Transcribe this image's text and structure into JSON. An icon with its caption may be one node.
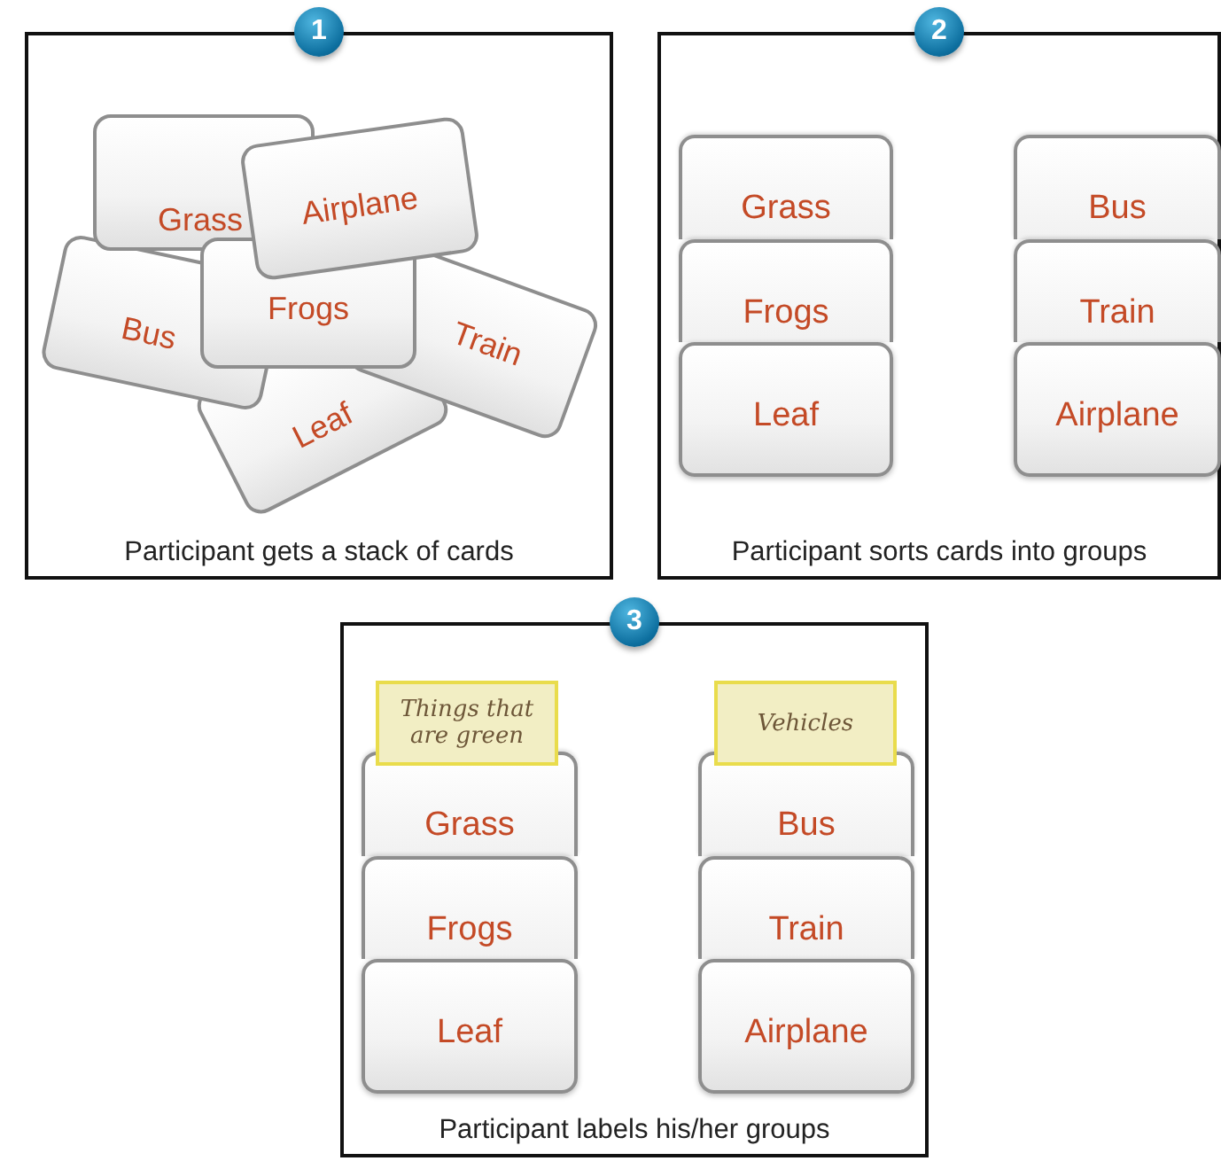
{
  "diagram": {
    "nodes": [
      {
        "text": [
          "1",
          "Participant gets a stack of cards"
        ]
      },
      {
        "text": [
          "Grass"
        ],
        "in": 0
      },
      {
        "text": [
          "Airplane"
        ],
        "in": 0
      },
      {
        "text": [
          "Bus"
        ],
        "in": 0
      },
      {
        "text": [
          "Frogs"
        ],
        "in": 0
      },
      {
        "text": [
          "Train"
        ],
        "in": 0
      },
      {
        "text": [
          "Leaf"
        ],
        "in": 0
      },
      {
        "text": [
          "2",
          "Participant sorts cards into groups"
        ]
      },
      {
        "text": [
          "Grass"
        ],
        "in": 7
      },
      {
        "text": [
          "Frogs"
        ],
        "in": 7
      },
      {
        "text": [
          "Leaf"
        ],
        "in": 7
      },
      {
        "text": [
          "Bus"
        ],
        "in": 7
      },
      {
        "text": [
          "Train"
        ],
        "in": 7
      },
      {
        "text": [
          "Airplane"
        ],
        "in": 7
      },
      {
        "text": [
          "3",
          "Participant labels his/her groups"
        ]
      },
      {
        "text": [
          "Things that are green"
        ],
        "in": 14
      },
      {
        "text": [
          "Grass"
        ],
        "in": 14
      },
      {
        "text": [
          "Frogs"
        ],
        "in": 14
      },
      {
        "text": [
          "Leaf"
        ],
        "in": 14
      },
      {
        "text": [
          "Vehicles"
        ],
        "in": 14
      },
      {
        "text": [
          "Bus"
        ],
        "in": 14
      },
      {
        "text": [
          "Train"
        ],
        "in": 14
      },
      {
        "text": [
          "Airplane"
        ],
        "in": 14
      }
    ]
  }
}
